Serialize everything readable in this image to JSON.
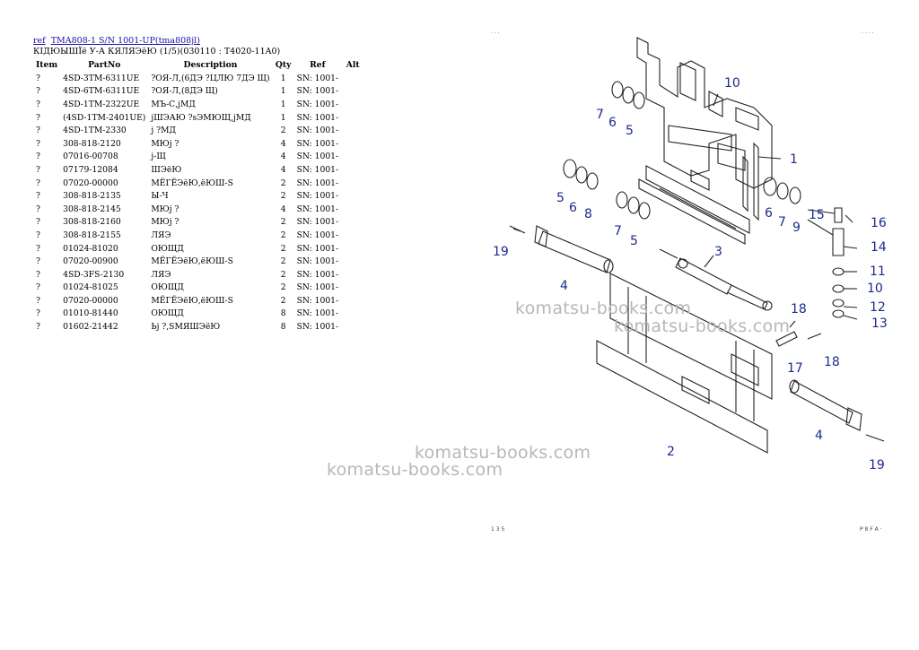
{
  "header": {
    "ref_link": "ref",
    "model_link": "TMA808-1 S/N 1001-UP(tma808jl)",
    "subtitle": "КІДЮЫШЇё У-А КЯЛЯЭёЮ (1/5)(030110 : T4020-11A0)"
  },
  "table": {
    "columns": [
      "Item",
      "PartNo",
      "Description",
      "Qty",
      "Ref",
      "Alt"
    ],
    "rows": [
      {
        "item": "?",
        "part": "4SD-3TM-6311UE",
        "desc": "?ОЯ-Л,(6ДЭ ?ЦЛЮ 7ДЭ Щ)",
        "qty": "1",
        "ref": "SN: 1001-",
        "alt": ""
      },
      {
        "item": "?",
        "part": "4SD-6TM-6311UE",
        "desc": "?ОЯ-Л,(8ДЭ Щ)",
        "qty": "1",
        "ref": "SN: 1001-",
        "alt": ""
      },
      {
        "item": "?",
        "part": "4SD-1TM-2322UE",
        "desc": "МЪ-С,jМД",
        "qty": "1",
        "ref": "SN: 1001-",
        "alt": ""
      },
      {
        "item": "?",
        "part": "(4SD-1TM-2401UE)",
        "desc": "jШЭАЮ ?sЭМЮЩ,jМД",
        "qty": "1",
        "ref": "SN: 1001-",
        "alt": ""
      },
      {
        "item": "?",
        "part": "4SD-1TM-2330",
        "desc": "j ?МД",
        "qty": "2",
        "ref": "SN: 1001-",
        "alt": ""
      },
      {
        "item": "?",
        "part": "308-818-2120",
        "desc": "МЮj ?",
        "qty": "4",
        "ref": "SN: 1001-",
        "alt": ""
      },
      {
        "item": "?",
        "part": "07016-00708",
        "desc": "j-Щ",
        "qty": "4",
        "ref": "SN: 1001-",
        "alt": ""
      },
      {
        "item": "?",
        "part": "07179-12084",
        "desc": "ШЭёЮ",
        "qty": "4",
        "ref": "SN: 1001-",
        "alt": ""
      },
      {
        "item": "?",
        "part": "07020-00000",
        "desc": "МЁГЁЭёЮ,ёЮШ-S",
        "qty": "2",
        "ref": "SN: 1001-",
        "alt": ""
      },
      {
        "item": "?",
        "part": "308-818-2135",
        "desc": "Ы-Ч",
        "qty": "2",
        "ref": "SN: 1001-",
        "alt": ""
      },
      {
        "item": "?",
        "part": "308-818-2145",
        "desc": "МЮj ?",
        "qty": "4",
        "ref": "SN: 1001-",
        "alt": ""
      },
      {
        "item": "?",
        "part": "308-818-2160",
        "desc": "МЮj ?",
        "qty": "2",
        "ref": "SN: 1001-",
        "alt": ""
      },
      {
        "item": "?",
        "part": "308-818-2155",
        "desc": "ЛЯЭ",
        "qty": "2",
        "ref": "SN: 1001-",
        "alt": ""
      },
      {
        "item": "?",
        "part": "01024-81020",
        "desc": "ОЮЩД",
        "qty": "2",
        "ref": "SN: 1001-",
        "alt": ""
      },
      {
        "item": "?",
        "part": "07020-00900",
        "desc": "МЁГЁЭёЮ,ёЮШ-S",
        "qty": "2",
        "ref": "SN: 1001-",
        "alt": ""
      },
      {
        "item": "?",
        "part": "4SD-3FS-2130",
        "desc": "ЛЯЭ",
        "qty": "2",
        "ref": "SN: 1001-",
        "alt": ""
      },
      {
        "item": "?",
        "part": "01024-81025",
        "desc": "ОЮЩД",
        "qty": "2",
        "ref": "SN: 1001-",
        "alt": ""
      },
      {
        "item": "?",
        "part": "07020-00000",
        "desc": "МЁГЁЭёЮ,ёЮШ-S",
        "qty": "2",
        "ref": "SN: 1001-",
        "alt": ""
      },
      {
        "item": "?",
        "part": "01010-81440",
        "desc": "ОЮЩД",
        "qty": "8",
        "ref": "SN: 1001-",
        "alt": ""
      },
      {
        "item": "?",
        "part": "01602-21442",
        "desc": "Ьj ?,SМЯШЭёЮ",
        "qty": "8",
        "ref": "SN: 1001-",
        "alt": ""
      }
    ]
  },
  "diagram": {
    "callouts": [
      "1",
      "2",
      "3",
      "4",
      "4",
      "5",
      "5",
      "5",
      "6",
      "6",
      "6",
      "7",
      "7",
      "7",
      "8",
      "9",
      "10",
      "10",
      "11",
      "12",
      "13",
      "14",
      "15",
      "16",
      "17",
      "18",
      "18",
      "19",
      "19"
    ],
    "label_color": "#1c2a8c"
  },
  "watermarks": [
    "komatsu-books.com",
    "komatsu-books.com",
    "komatsu-books.com",
    "komatsu-books.com"
  ],
  "page_codes": {
    "top_left": "· · ·",
    "top_right": "· · · ·",
    "bottom_left": "1 3 5",
    "bottom_right": "P 8 F A ·"
  }
}
